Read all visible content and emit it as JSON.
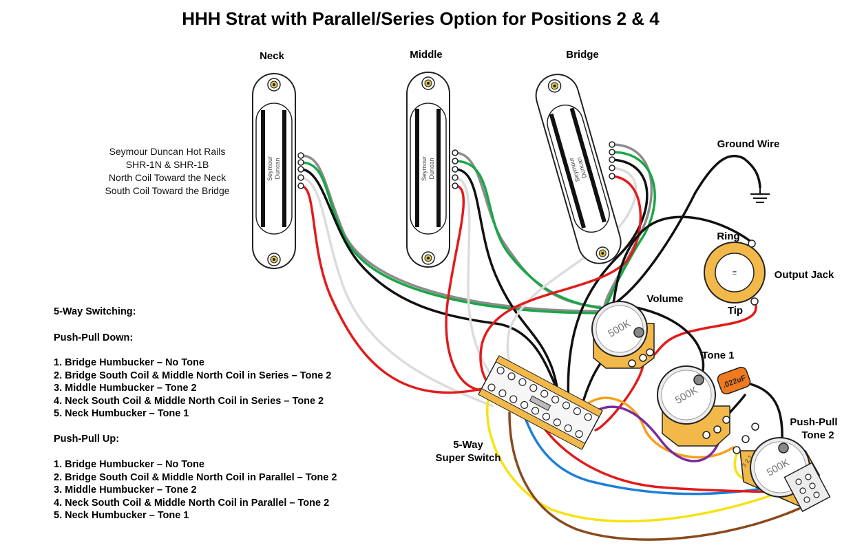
{
  "title": "HHH Strat with Parallel/Series Option for Positions 2 & 4",
  "pickups": {
    "neck": "Neck",
    "middle": "Middle",
    "bridge": "Bridge",
    "brand_line1": "Seymour",
    "brand_line2": "Duncan"
  },
  "pickup_note": [
    "Seymour Duncan Hot Rails",
    "SHR-1N & SHR-1B",
    "North Coil Toward the Neck",
    "South Coil Toward the Bridge"
  ],
  "labels": {
    "ground_wire": "Ground Wire",
    "ring": "Ring",
    "output_jack": "Output Jack",
    "tip": "Tip",
    "volume": "Volume",
    "tone1": "Tone 1",
    "push_pull_line1": "Push-Pull",
    "push_pull_line2": "Tone 2",
    "switch_line1": "5-Way",
    "switch_line2": "Super Switch",
    "pot_value": "500K",
    "cap_value": ".022uF",
    "pot_terminals": "3  2  1",
    "jack_mark": "≡"
  },
  "switching": {
    "heading": "5-Way Switching:",
    "down_heading": "Push-Pull Down:",
    "down_items": [
      "1. Bridge Humbucker – No Tone",
      "2. Bridge South Coil & Middle North Coil in Series – Tone 2",
      "3. Middle Humbucker – Tone 2",
      "4. Neck South Coil & Middle North Coil in Series – Tone 2",
      "5. Neck Humbucker – Tone 1"
    ],
    "up_heading": "Push-Pull Up:",
    "up_items": [
      "1. Bridge Humbucker – No Tone",
      "2. Bridge South Coil & Middle North Coil in Parallel – Tone 2",
      "3. Middle Humbucker – Tone 2",
      "4. Neck South Coil & Middle North Coil in Parallel – Tone 2",
      "5. Neck Humbucker – Tone 1"
    ]
  },
  "wire_colors": {
    "black": "#111111",
    "red": "#e21b1b",
    "green": "#1aa648",
    "gray": "#8c8c8c",
    "white": "#dcdcdc",
    "yellow": "#f6e213",
    "blue": "#1e7fd8",
    "purple": "#7b2b9e",
    "orange": "#f4a11c",
    "brown": "#8a4a1c",
    "pot_body": "#f2b94a",
    "cap": "#f07a1e"
  }
}
